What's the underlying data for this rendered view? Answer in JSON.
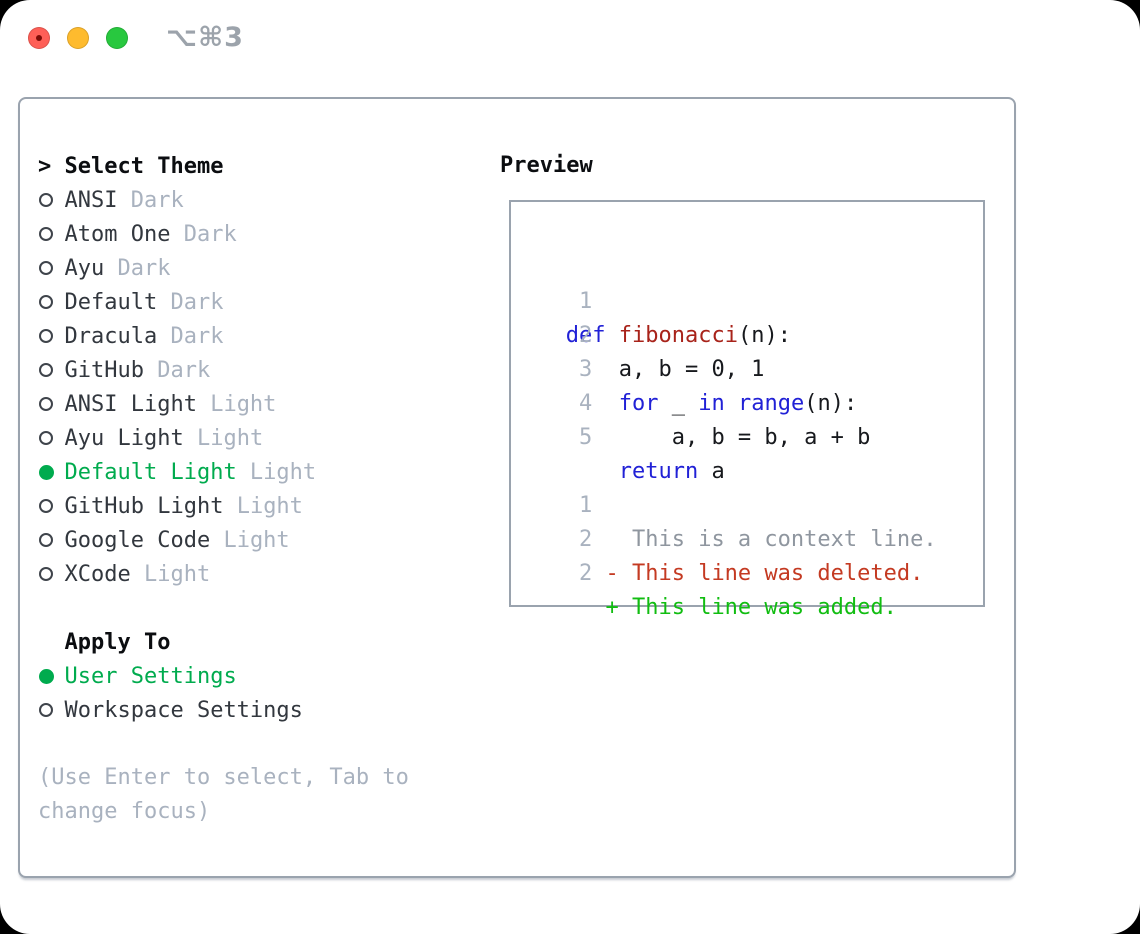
{
  "titlebar": {
    "shortcut_label": "⌥⌘3"
  },
  "panel": {
    "select_theme": {
      "prefix": ">",
      "title": "Select Theme",
      "themes": [
        {
          "name": "ANSI",
          "variant": "Dark",
          "selected": false
        },
        {
          "name": "Atom One",
          "variant": "Dark",
          "selected": false
        },
        {
          "name": "Ayu",
          "variant": "Dark",
          "selected": false
        },
        {
          "name": "Default",
          "variant": "Dark",
          "selected": false
        },
        {
          "name": "Dracula",
          "variant": "Dark",
          "selected": false
        },
        {
          "name": "GitHub",
          "variant": "Dark",
          "selected": false
        },
        {
          "name": "ANSI Light",
          "variant": "Light",
          "selected": false
        },
        {
          "name": "Ayu Light",
          "variant": "Light",
          "selected": false
        },
        {
          "name": "Default Light",
          "variant": "Light",
          "selected": true
        },
        {
          "name": "GitHub Light",
          "variant": "Light",
          "selected": false
        },
        {
          "name": "Google Code",
          "variant": "Light",
          "selected": false
        },
        {
          "name": "XCode",
          "variant": "Light",
          "selected": false
        }
      ]
    },
    "apply_to": {
      "title": "Apply To",
      "options": [
        {
          "name": "User Settings",
          "variant": "",
          "selected": true
        },
        {
          "name": "Workspace Settings",
          "variant": "",
          "selected": false
        }
      ]
    },
    "hint_lines": [
      "(Use Enter to select, Tab to",
      "change focus)"
    ]
  },
  "preview": {
    "title": "Preview",
    "lines": [
      {
        "num": "1",
        "segments": [
          {
            "c": "pl",
            "t": " "
          },
          {
            "c": "kw",
            "t": "def"
          },
          {
            "c": "pl",
            "t": " "
          },
          {
            "c": "fn",
            "t": "fibonacci"
          },
          {
            "c": "pl",
            "t": "(n):"
          }
        ]
      },
      {
        "num": "2",
        "segments": [
          {
            "c": "pl",
            "t": "     a, b = 0, 1"
          }
        ]
      },
      {
        "num": "3",
        "segments": [
          {
            "c": "pl",
            "t": "     "
          },
          {
            "c": "kw",
            "t": "for"
          },
          {
            "c": "pl",
            "t": " _ "
          },
          {
            "c": "kw",
            "t": "in"
          },
          {
            "c": "pl",
            "t": " "
          },
          {
            "c": "kw",
            "t": "range"
          },
          {
            "c": "pl",
            "t": "(n):"
          }
        ]
      },
      {
        "num": "4",
        "segments": [
          {
            "c": "pl",
            "t": "         a, b = b, a + b"
          }
        ]
      },
      {
        "num": "5",
        "segments": [
          {
            "c": "pl",
            "t": "     "
          },
          {
            "c": "kw",
            "t": "return"
          },
          {
            "c": "pl",
            "t": " a"
          }
        ]
      },
      {
        "num": "",
        "segments": []
      },
      {
        "num": "1",
        "segments": [
          {
            "c": "ctx",
            "t": "      This is a context line."
          }
        ]
      },
      {
        "num": "2",
        "segments": [
          {
            "c": "del",
            "t": "    - This line was deleted."
          }
        ]
      },
      {
        "num": "2",
        "segments": [
          {
            "c": "add",
            "t": "    + This line was added."
          }
        ]
      }
    ]
  },
  "colors": {
    "accent_green": "#00ab4e",
    "keyword_blue": "#2121d6",
    "function_red": "#a8231a",
    "diff_deleted_red": "#c43a22",
    "diff_added_green": "#11bd11",
    "muted_gray": "#a9b2bf",
    "context_gray": "#8f969f",
    "text_dark": "#32373e",
    "heading_black": "#0b0d10",
    "code_black": "#17191d",
    "border_gray": "#9aa3ae",
    "radio_ring": "#3f444b",
    "titlebar_glyph": "#9ca3ab",
    "traffic_red": "#fe5f57",
    "traffic_red_dot": "#7c0c07",
    "traffic_yellow": "#febb2e",
    "traffic_green": "#28c83f"
  }
}
